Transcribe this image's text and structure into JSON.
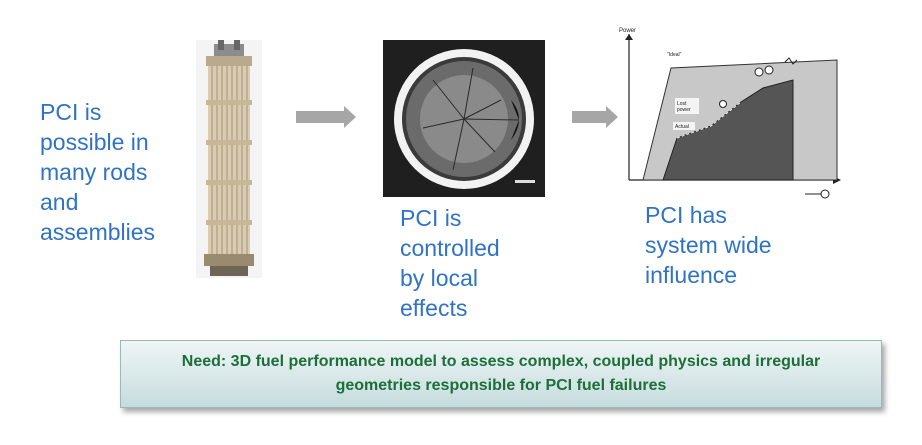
{
  "left_text": "PCI is\npossible in\nmany rods\nand\nassemblies",
  "middle_text": "PCI is\ncontrolled\nby local\neffects",
  "right_text": "PCI has\nsystem wide\ninfluence",
  "graph": {
    "y_label": "Power",
    "ideal_label": "\"Ideal\"",
    "lost_power_label": "Lost\npower",
    "actual_label": "Actual"
  },
  "need_text": "Need: 3D fuel performance model to assess complex, coupled physics and irregular geometries responsible for PCI fuel failures",
  "colors": {
    "blue_text": "#2f73c5",
    "need_text": "#1d6f3a",
    "arrow": "#a6a6a6"
  }
}
